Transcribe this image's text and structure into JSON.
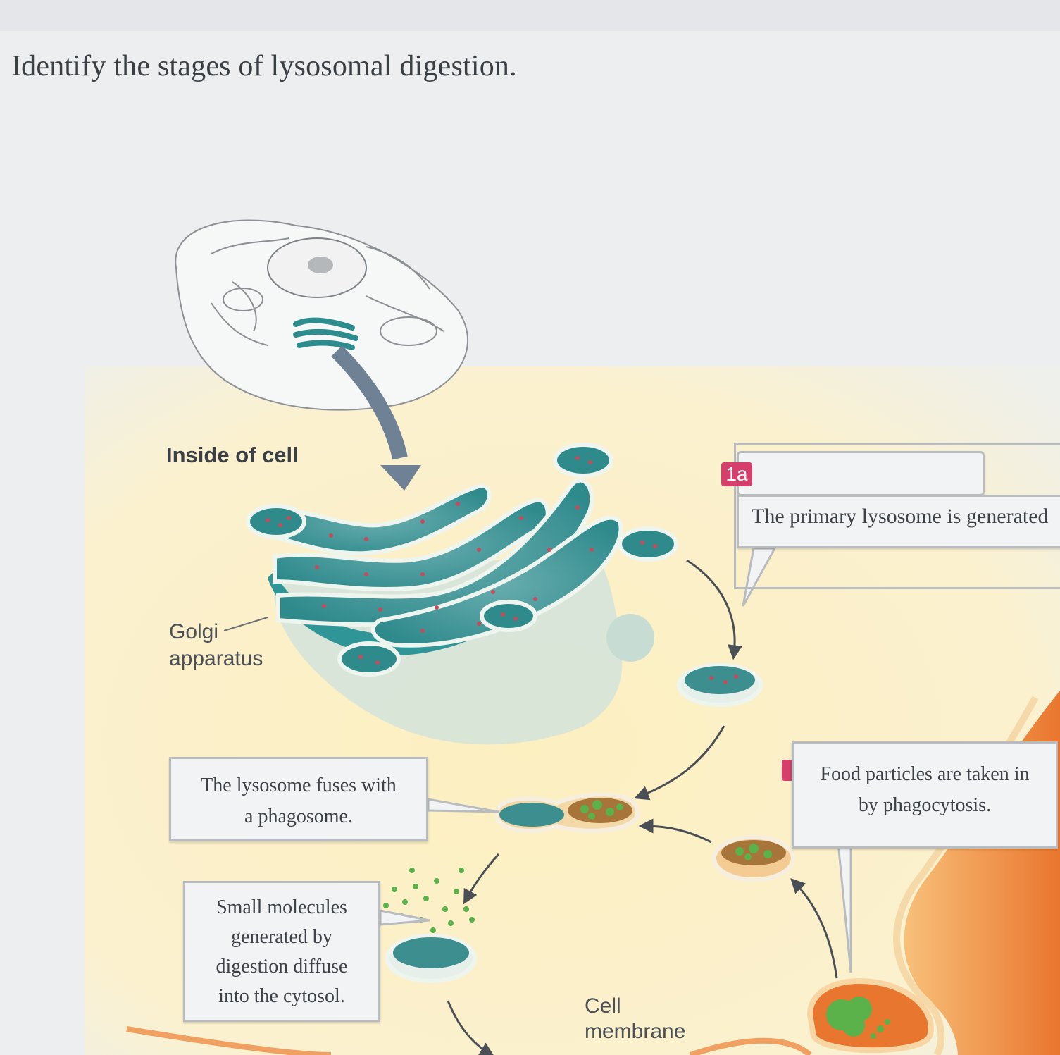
{
  "question": "Identify the stages of lysosomal digestion.",
  "labels": {
    "inside_of_cell": "Inside of cell",
    "golgi_line1": "Golgi",
    "golgi_line2": "apparatus",
    "membrane_line1": "Cell",
    "membrane_line2": "membrane"
  },
  "callouts": {
    "step_1a_badge": "1a",
    "step_1a": "The primary lysosome is generated",
    "fuse": [
      "The lysosome fuses with",
      "a phagosome."
    ],
    "phagocytosis": [
      "Food particles are taken in",
      "by phagocytosis."
    ],
    "diffuse": [
      "Small molecules",
      "generated by",
      "digestion diffuse",
      "into the cytosol."
    ]
  },
  "colors": {
    "golgi_teal": "#3f9a9a",
    "enzyme_dots": "#c84a5a",
    "food_green": "#5bb14a",
    "cytoplasm_yellow": "#fbecb8",
    "exterior_orange": "#ee8a3a",
    "badge_pink": "#d4406b"
  }
}
